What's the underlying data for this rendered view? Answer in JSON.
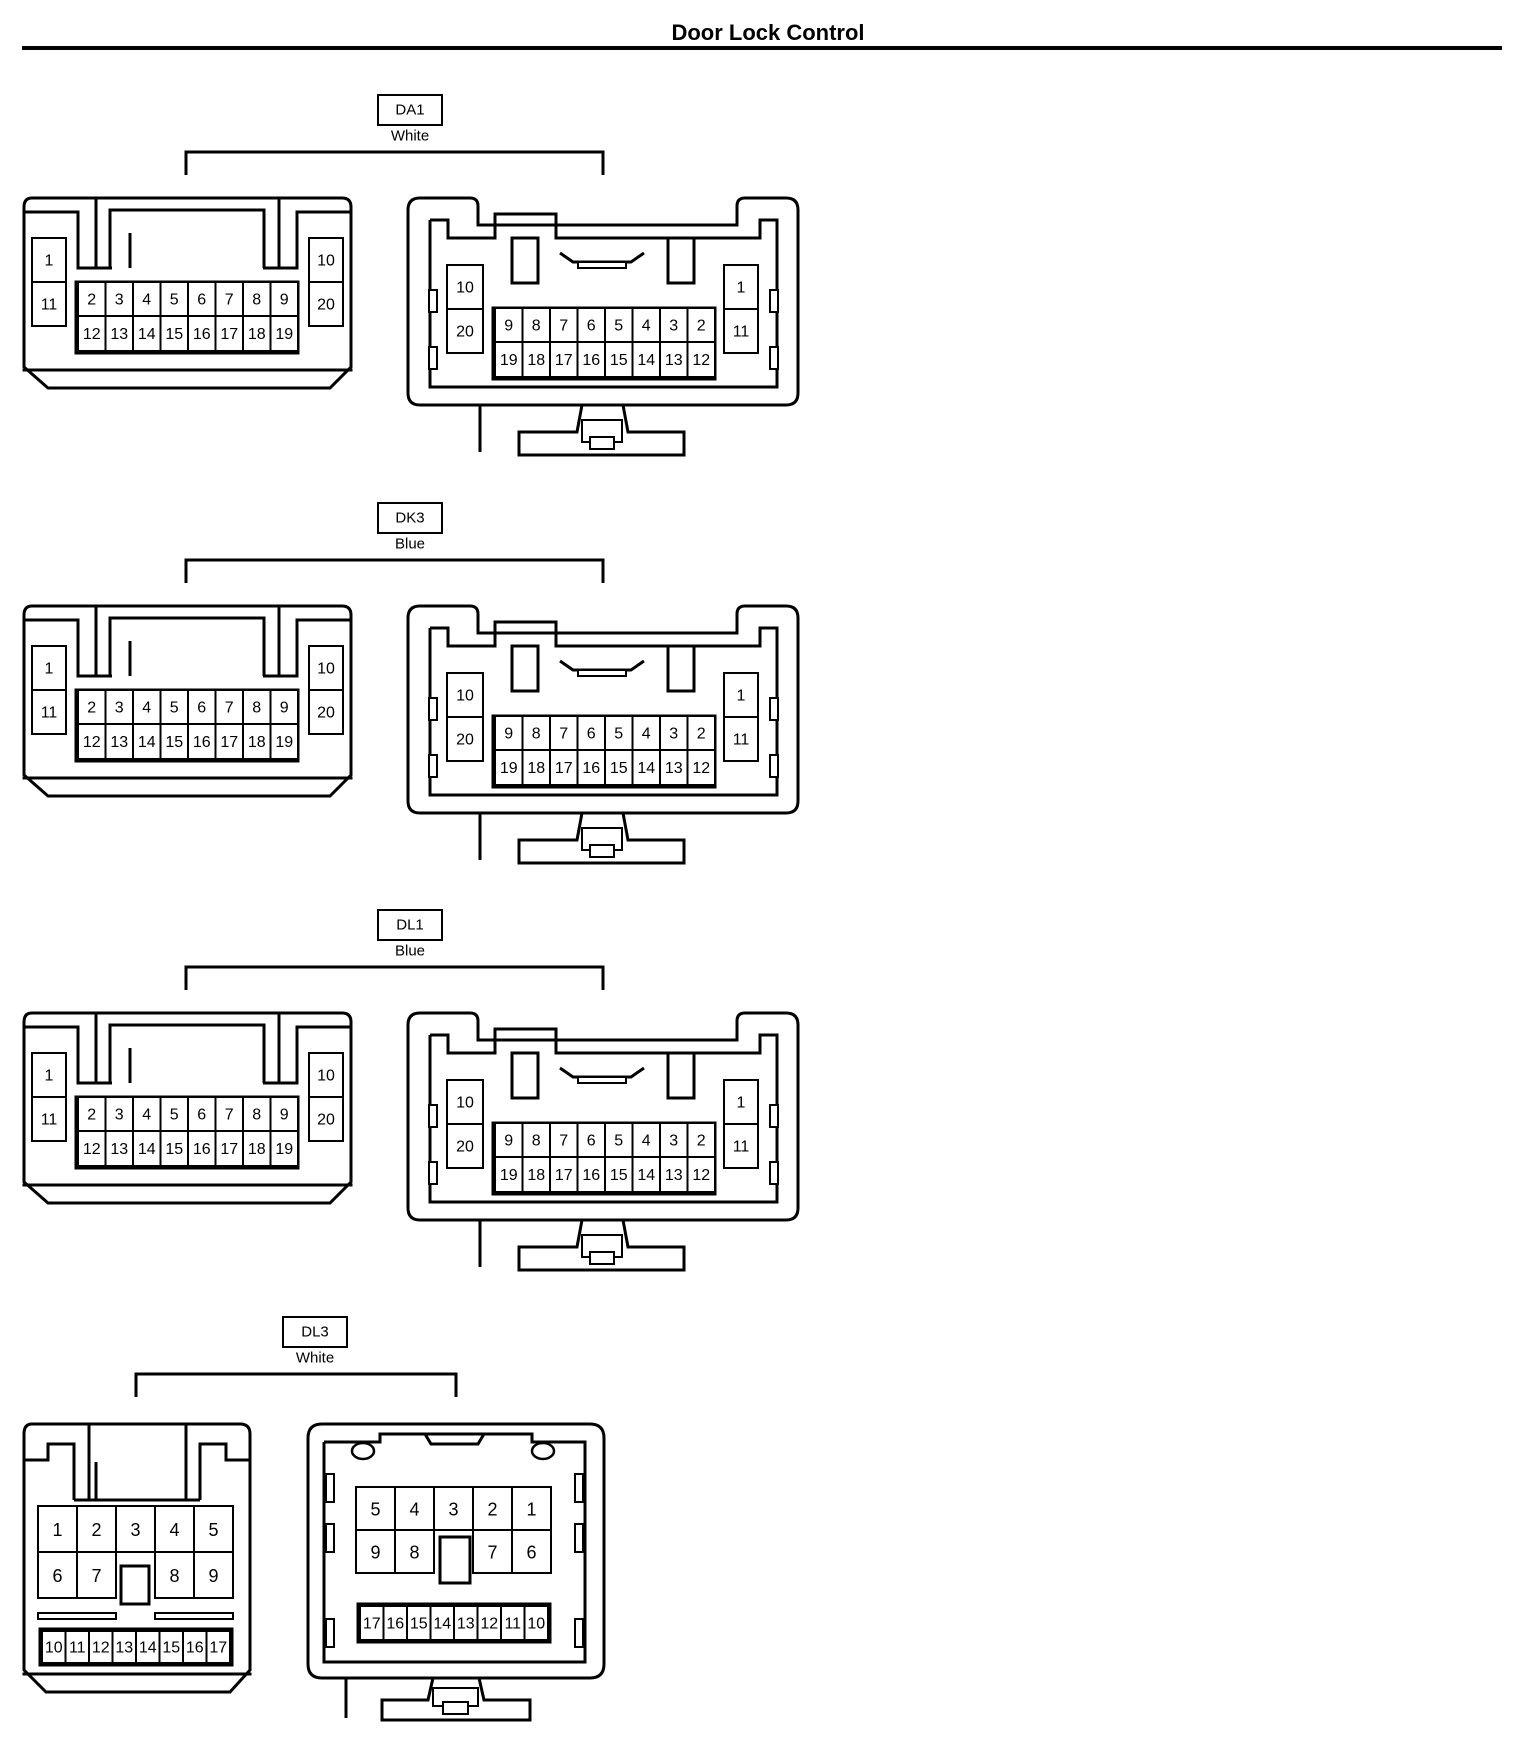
{
  "title": "Door Lock Control",
  "connectors": [
    {
      "code": "DA1",
      "color": "White",
      "type": "20-pin",
      "male": {
        "top_left": [
          "1",
          "11"
        ],
        "top_right": [
          "10",
          "20"
        ],
        "upper": [
          "2",
          "3",
          "4",
          "5",
          "6",
          "7",
          "8",
          "9"
        ],
        "lower": [
          "12",
          "13",
          "14",
          "15",
          "16",
          "17",
          "18",
          "19"
        ]
      },
      "female": {
        "left": [
          "10",
          "20"
        ],
        "right": [
          "1",
          "11"
        ],
        "upper": [
          "9",
          "8",
          "7",
          "6",
          "5",
          "4",
          "3",
          "2"
        ],
        "lower": [
          "19",
          "18",
          "17",
          "16",
          "15",
          "14",
          "13",
          "12"
        ]
      }
    },
    {
      "code": "DK3",
      "color": "Blue",
      "type": "20-pin",
      "male": {
        "top_left": [
          "1",
          "11"
        ],
        "top_right": [
          "10",
          "20"
        ],
        "upper": [
          "2",
          "3",
          "4",
          "5",
          "6",
          "7",
          "8",
          "9"
        ],
        "lower": [
          "12",
          "13",
          "14",
          "15",
          "16",
          "17",
          "18",
          "19"
        ]
      },
      "female": {
        "left": [
          "10",
          "20"
        ],
        "right": [
          "1",
          "11"
        ],
        "upper": [
          "9",
          "8",
          "7",
          "6",
          "5",
          "4",
          "3",
          "2"
        ],
        "lower": [
          "19",
          "18",
          "17",
          "16",
          "15",
          "14",
          "13",
          "12"
        ]
      }
    },
    {
      "code": "DL1",
      "color": "Blue",
      "type": "20-pin",
      "male": {
        "top_left": [
          "1",
          "11"
        ],
        "top_right": [
          "10",
          "20"
        ],
        "upper": [
          "2",
          "3",
          "4",
          "5",
          "6",
          "7",
          "8",
          "9"
        ],
        "lower": [
          "12",
          "13",
          "14",
          "15",
          "16",
          "17",
          "18",
          "19"
        ]
      },
      "female": {
        "left": [
          "10",
          "20"
        ],
        "right": [
          "1",
          "11"
        ],
        "upper": [
          "9",
          "8",
          "7",
          "6",
          "5",
          "4",
          "3",
          "2"
        ],
        "lower": [
          "19",
          "18",
          "17",
          "16",
          "15",
          "14",
          "13",
          "12"
        ]
      }
    },
    {
      "code": "DL3",
      "color": "White",
      "type": "17-pin",
      "male": {
        "row1": [
          "1",
          "2",
          "3",
          "4",
          "5"
        ],
        "row2": [
          "6",
          "7",
          "",
          "8",
          "9"
        ],
        "row3": [
          "10",
          "11",
          "12",
          "13",
          "14",
          "15",
          "16",
          "17"
        ]
      },
      "female": {
        "row1": [
          "5",
          "4",
          "3",
          "2",
          "1"
        ],
        "row2": [
          "9",
          "8",
          "",
          "7",
          "6"
        ],
        "row3": [
          "17",
          "16",
          "15",
          "14",
          "13",
          "12",
          "11",
          "10"
        ]
      }
    }
  ]
}
